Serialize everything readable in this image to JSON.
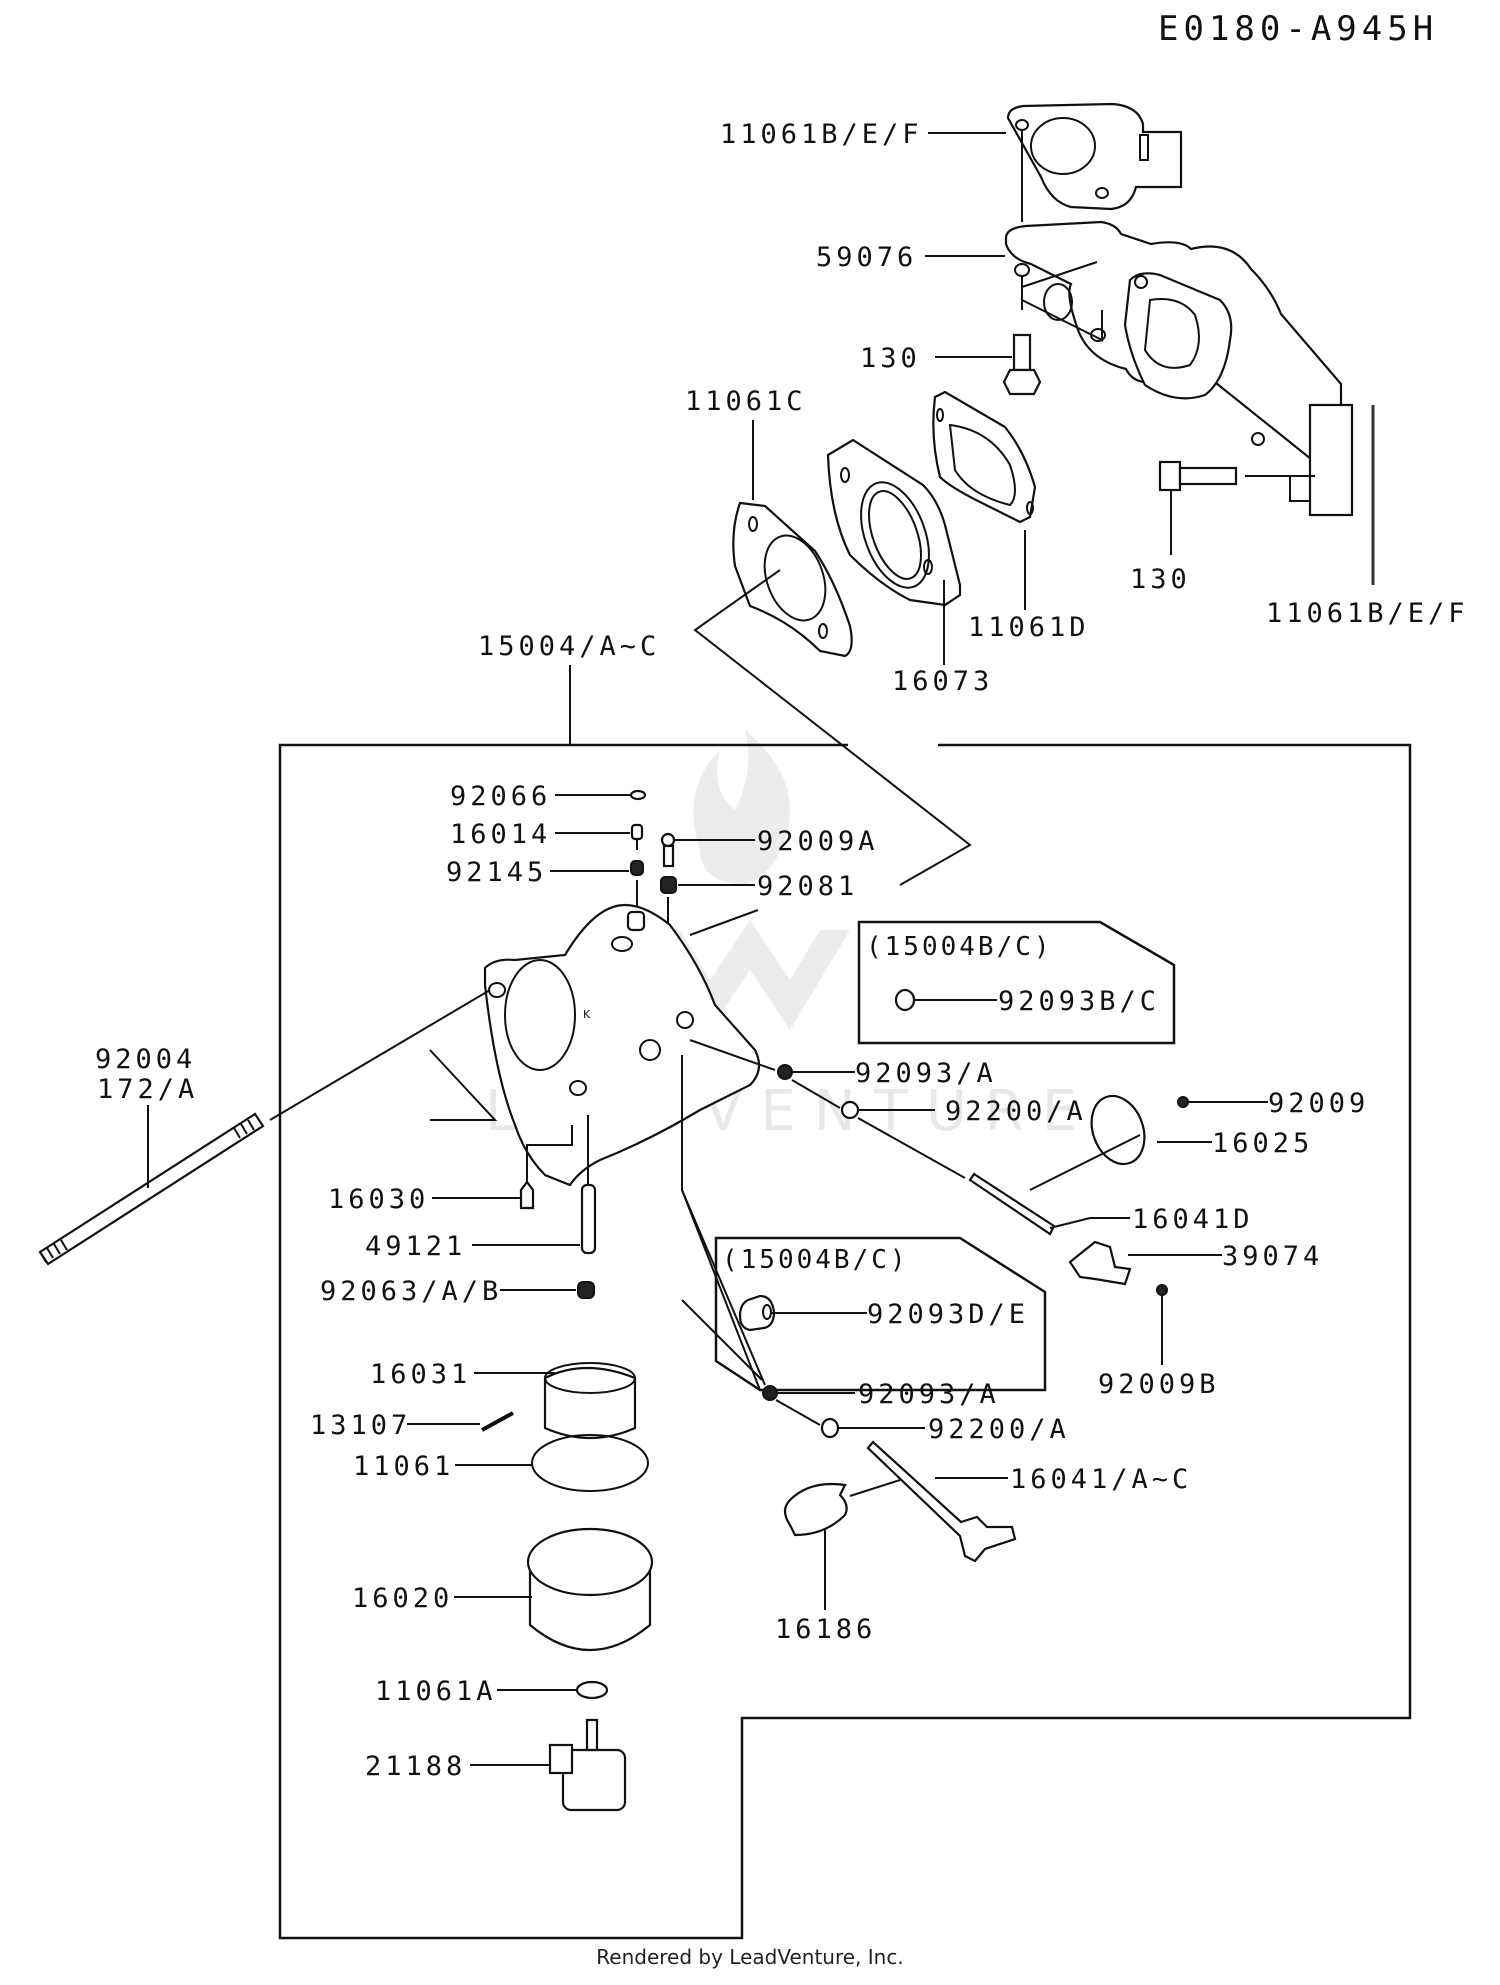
{
  "diagram_code": "E0180-A945H",
  "footer": "Rendered by LeadVenture, Inc.",
  "watermark": "LEADVENTURE",
  "callouts": {
    "gasket_top": "11061B/E/F",
    "manifold": "59076",
    "bolt_upper": "130",
    "gasket_c": "11061C",
    "gasket_d": "11061D",
    "insulator": "16073",
    "bolt_lower": "130",
    "gasket_right": "11061B/E/F",
    "carb_assy": "15004/A~C",
    "plug": "92066",
    "pilot_jet": "16014",
    "spring_92145": "92145",
    "screw_92009a": "92009A",
    "spring_92081": "92081",
    "stud_1": "92004",
    "stud_2": "172/A",
    "variant_box_1_title": "(15004B/C)",
    "seal_bc": "92093B/C",
    "seal_a_upper": "92093/A",
    "washer_a_upper": "92200/A",
    "screw_92009": "92009",
    "throttle_valve": "16025",
    "throttle_shaft": "16041D",
    "lever": "39074",
    "screw_92009b": "92009B",
    "variant_box_2_title": "(15004B/C)",
    "seal_de": "92093D/E",
    "main_jet": "16030",
    "nozzle": "49121",
    "plug_92063": "92063/A/B",
    "float": "16031",
    "pin": "13107",
    "gasket_bowl": "11061",
    "float_bowl": "16020",
    "seal_a_lower": "92093/A",
    "washer_a_lower": "92200/A",
    "choke_shaft": "16041/A~C",
    "choke_valve": "16186",
    "gasket_11061a": "11061A",
    "solenoid": "21188"
  }
}
